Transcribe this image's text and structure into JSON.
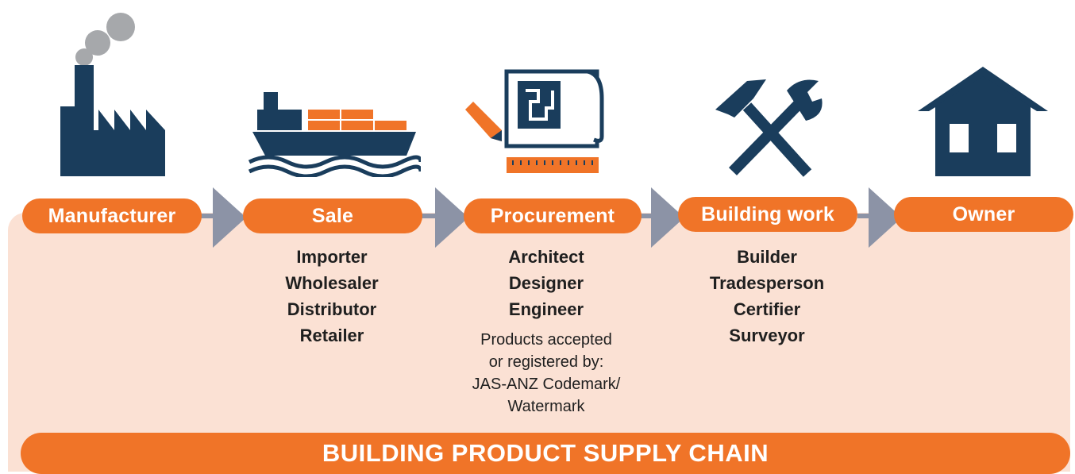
{
  "colors": {
    "accent": "#f07428",
    "navy": "#1a3d5c",
    "panel": "#fbe1d4",
    "arrow": "#8c93a6"
  },
  "stages": [
    {
      "label": "Manufacturer",
      "icon": "factory-icon",
      "roles": []
    },
    {
      "label": "Sale",
      "icon": "cargo-ship-icon",
      "roles": [
        "Importer",
        "Wholesaler",
        "Distributor",
        "Retailer"
      ]
    },
    {
      "label": "Procurement",
      "icon": "blueprint-icon",
      "roles": [
        "Architect",
        "Designer",
        "Engineer"
      ],
      "note": [
        "Products accepted",
        "or registered by:",
        "JAS-ANZ Codemark/",
        "Watermark"
      ]
    },
    {
      "label": "Building work",
      "icon": "hammer-wrench-icon",
      "roles": [
        "Builder",
        "Tradesperson",
        "Certifier",
        "Surveyor"
      ]
    },
    {
      "label": "Owner",
      "icon": "house-icon",
      "roles": []
    }
  ],
  "banner": "BUILDING PRODUCT SUPPLY CHAIN"
}
